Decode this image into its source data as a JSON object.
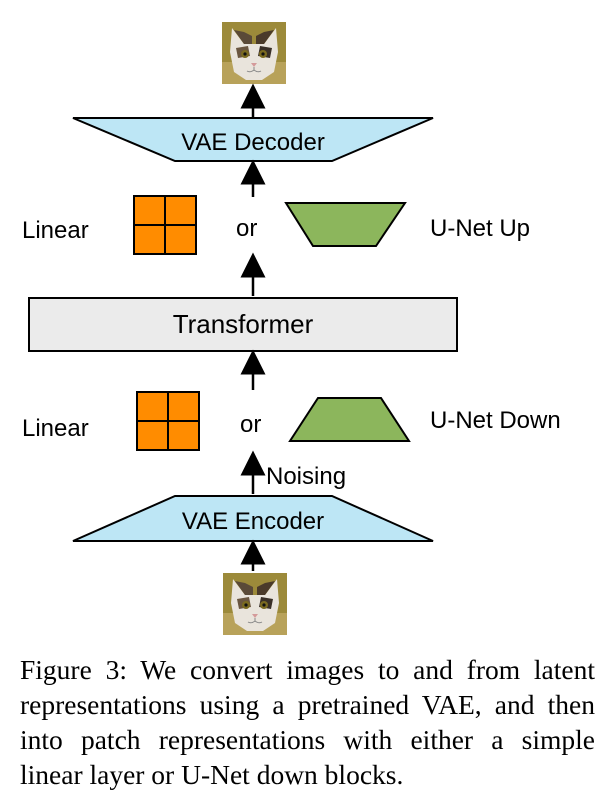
{
  "diagram": {
    "decoder_label": "VAE Decoder",
    "encoder_label": "VAE Encoder",
    "transformer_label": "Transformer",
    "top_linear_label": "Linear",
    "top_or_label": "or",
    "top_unet_label": "U-Net Up",
    "bottom_linear_label": "Linear",
    "bottom_or_label": "or",
    "bottom_unet_label": "U-Net Down",
    "noising_label": "Noising",
    "colors": {
      "vae": "#bde6f5",
      "transformer": "#ebebeb",
      "linear_patch": "#ff8c00",
      "unet": "#8cb65c",
      "stroke": "#000000"
    },
    "icons": {
      "output_image": "cat-image-icon",
      "input_image": "cat-image-icon"
    }
  },
  "caption": {
    "text": "Figure 3: We convert images to and from latent representations using a pretrained VAE, and then into patch representations with either a simple linear layer or U-Net down blocks."
  }
}
